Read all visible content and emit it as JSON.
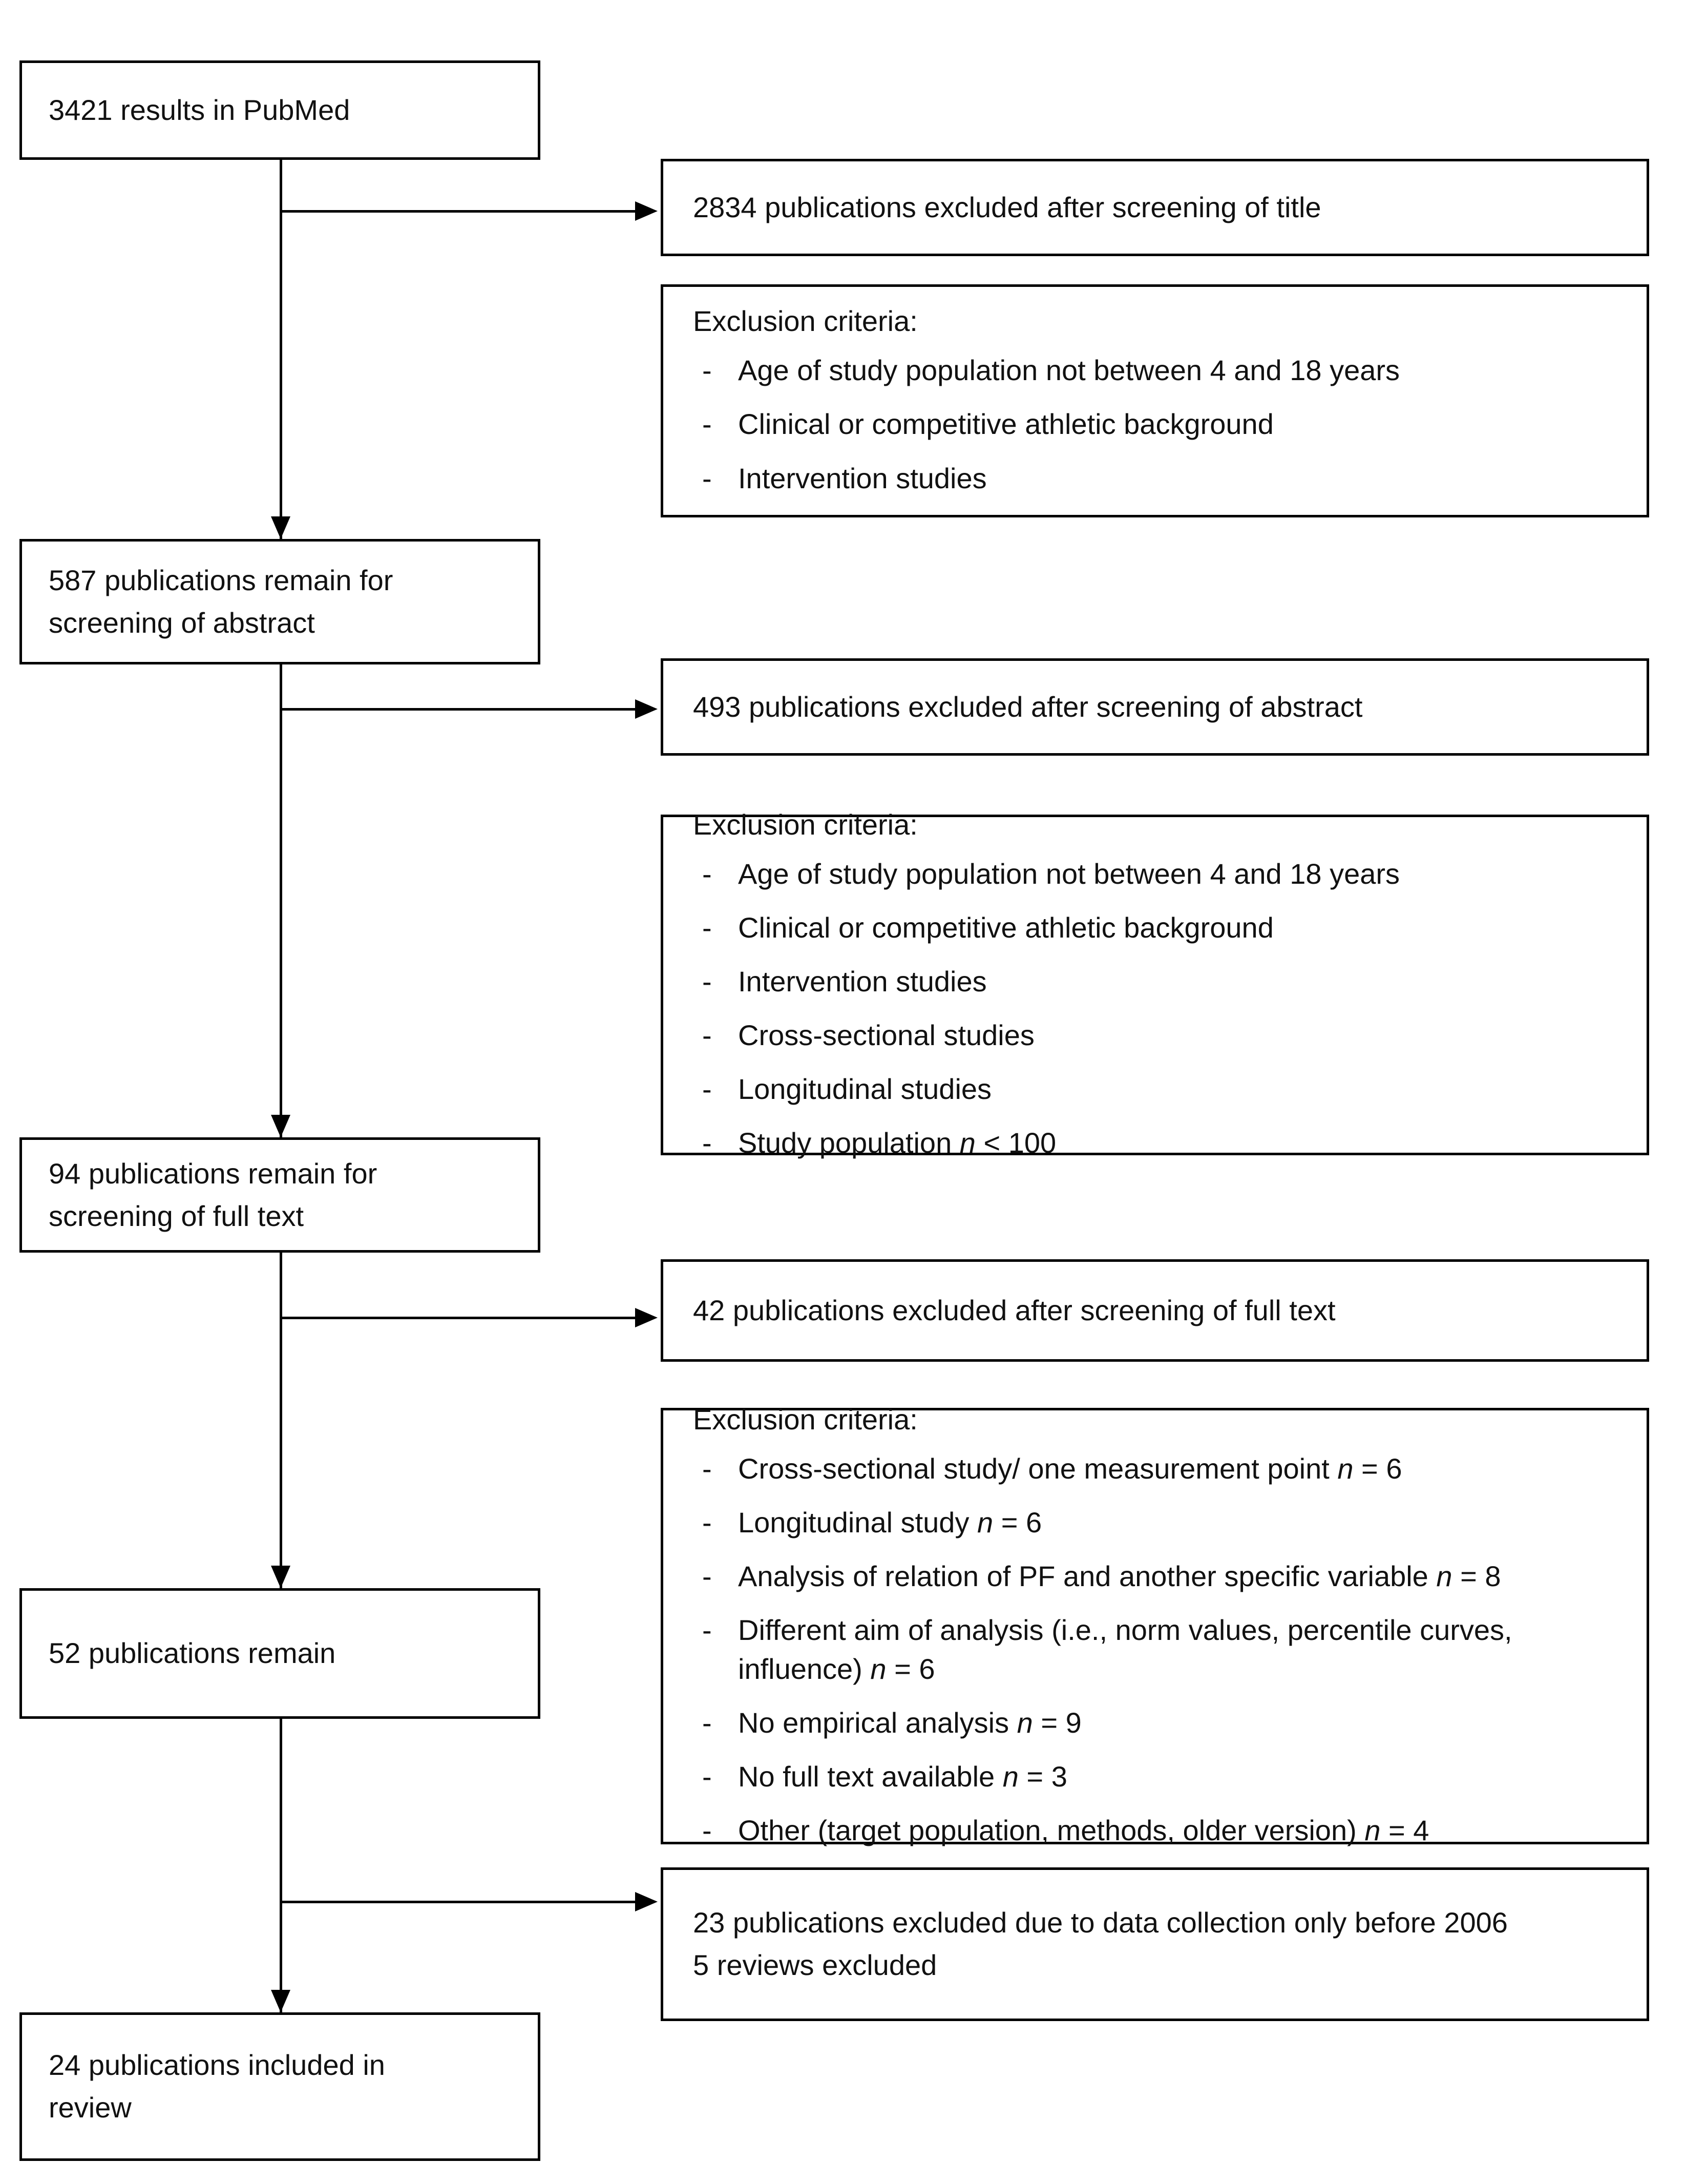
{
  "diagram": {
    "title": "PRISMA study selection flow diagram",
    "line_color": "#000000",
    "text_color": "#111111",
    "background": "#ffffff"
  },
  "stages": {
    "records_identified": "3421 results in PubMed",
    "remain_abstract": "587 publications remain for\nscreening of abstract",
    "remain_fulltext": "94  publications remain for\nscreening of full text",
    "remain_after_fulltext": "52 publications  remain",
    "included": "24 publications  included in\nreview"
  },
  "exclusions": {
    "title_screen": "2834 publications excluded after screening of title",
    "abstract_screen": "493 publications excluded after screening of abstract",
    "fulltext_screen": "42 publications  excluded after screening of full text",
    "final_screen": "23 publications  excluded due to data collection only before 2006\n 5 reviews excluded"
  },
  "criteria_blocks": [
    {
      "heading": "Exclusion criteria:",
      "items": [
        "Age of study population not between 4 and 18 years",
        "Clinical or competitive athletic background",
        "Intervention studies"
      ]
    },
    {
      "heading": "Exclusion criteria:",
      "items": [
        "Age of study population not between 4 and 18 years",
        "Clinical or competitive athletic background",
        "Intervention studies",
        "Cross-sectional  studies",
        "Longitudinal studies",
        "Study population n < 100"
      ],
      "italic_tokens": [
        "n"
      ]
    },
    {
      "heading": "Exclusion criteria:",
      "items": [
        "Cross-sectional  study/ one measurement point n = 6",
        "Longitudinal study n = 6",
        "Analysis of relation of PF and another specific variable n = 8",
        "Different aim of analysis (i.e., norm values, percentile curves, influence) n = 6",
        "No empirical analysis n = 9",
        "No full  text available n = 3",
        "Other (target population, methods, older version) n = 4"
      ],
      "italic_tokens": [
        "n"
      ]
    }
  ]
}
